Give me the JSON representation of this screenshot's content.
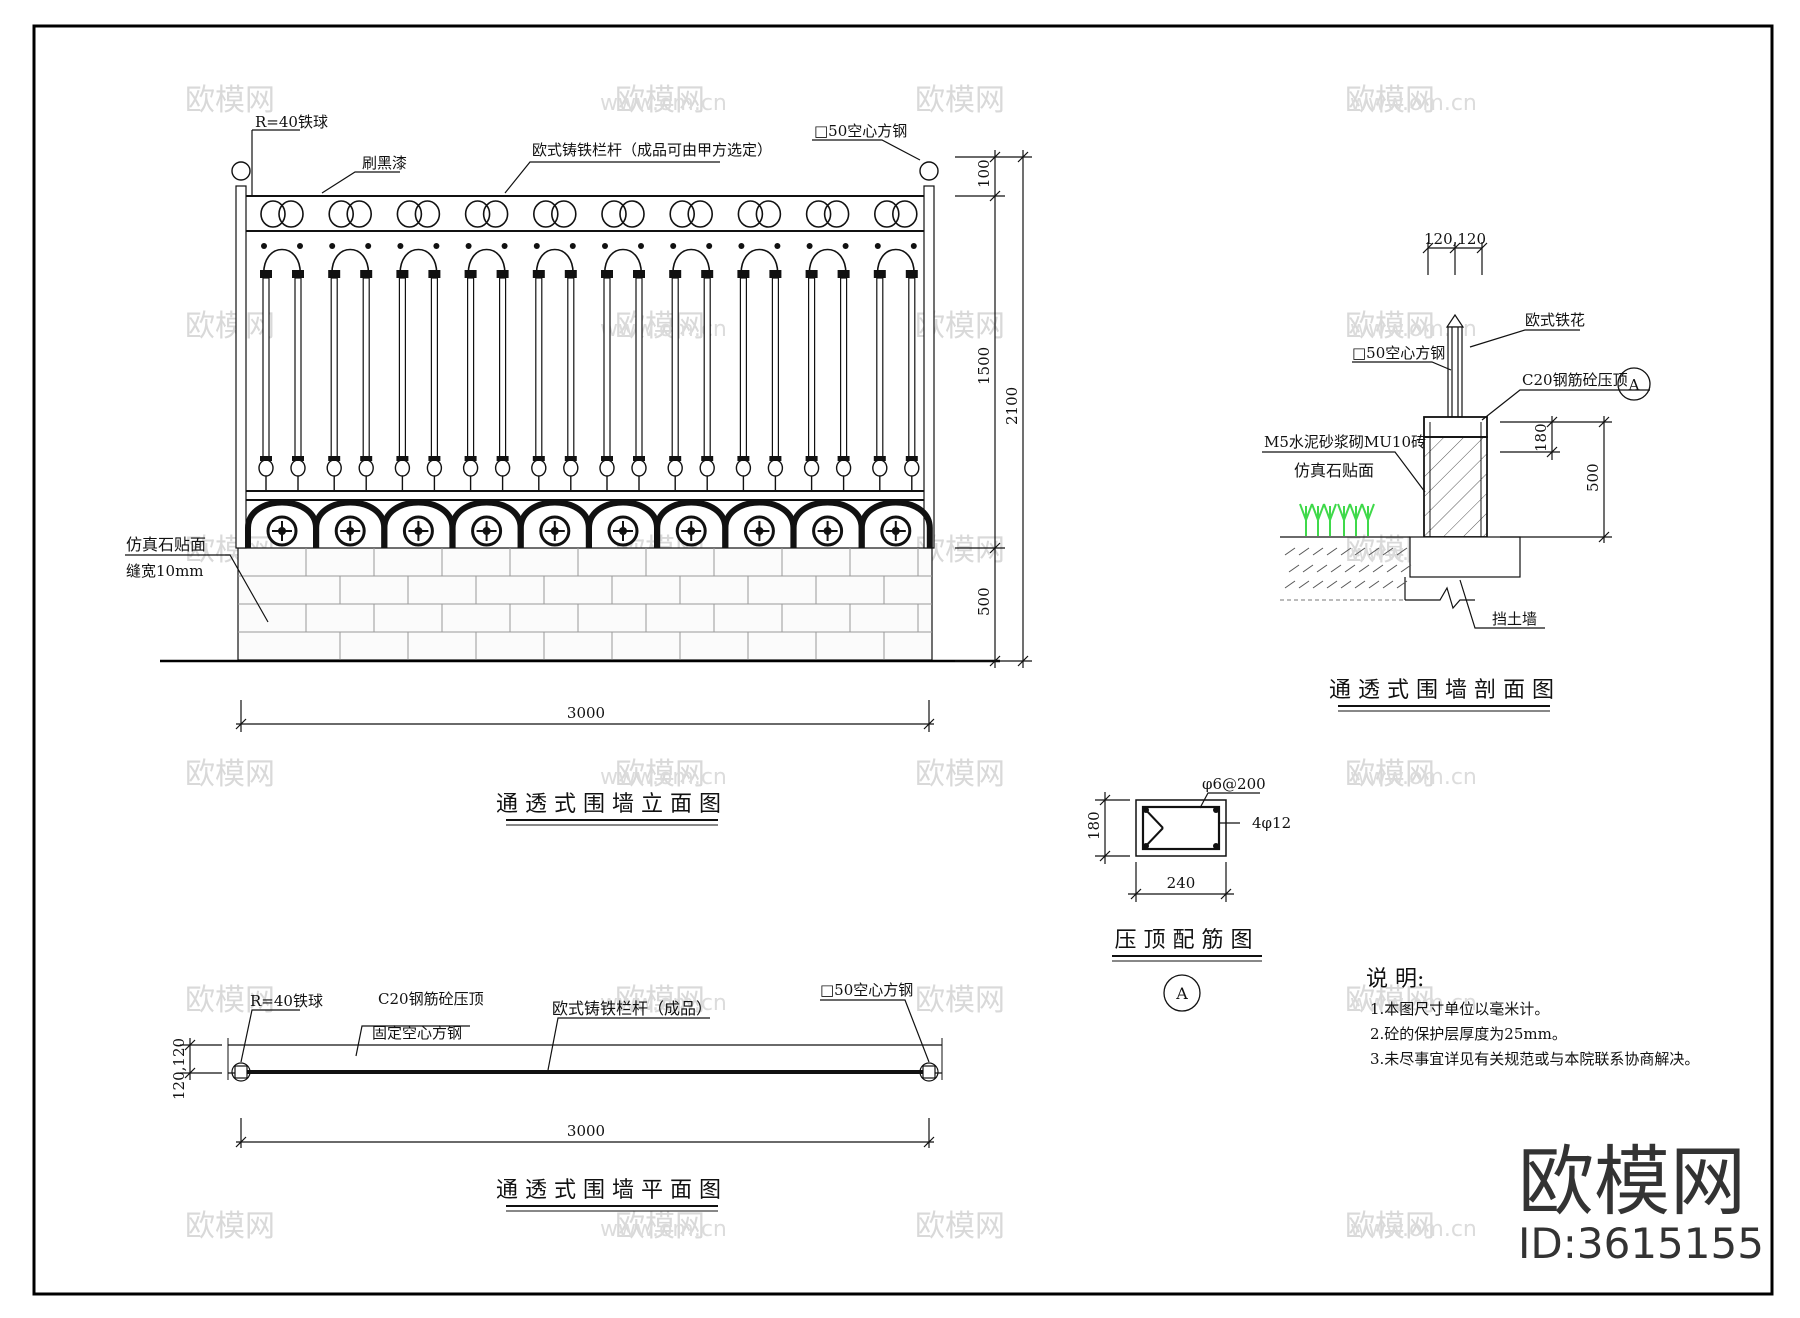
{
  "elevation": {
    "title": "通透式围墙立面图",
    "label_ball": "R=40铁球",
    "label_paint": "刷黑漆",
    "label_railing": "欧式铸铁栏杆（成品可由甲方选定）",
    "label_steel": "□50空心方钢",
    "label_stone": "仿真石贴面",
    "label_joint": "缝宽10mm",
    "dim_width": "3000",
    "dim_top": "100",
    "dim_rail": "1500",
    "dim_total": "2100",
    "dim_base": "500"
  },
  "section": {
    "title": "通透式围墙剖面图",
    "dim_top": "120,120",
    "label_iron": "欧式铁花",
    "label_steel": "□50空心方钢",
    "label_coping": "C20钢筋砼压顶",
    "label_brick": "M5水泥砂浆砌MU10砖",
    "label_stone": "仿真石贴面",
    "label_wall": "挡土墙",
    "dim_180": "180",
    "dim_500": "500",
    "ref": "A"
  },
  "coping": {
    "title": "压顶配筋图",
    "label_stirrup": "φ6@200",
    "label_bars": "4φ12",
    "dim_h": "180",
    "dim_w": "240",
    "ref": "A"
  },
  "plan": {
    "title": "通透式围墙平面图",
    "label_ball": "R=40铁球",
    "label_coping": "C20钢筋砼压顶",
    "label_fixed": "固定空心方钢",
    "label_railing": "欧式铸铁栏杆（成品）",
    "label_steel": "□50空心方钢",
    "dim_side": "120,120",
    "dim_width": "3000"
  },
  "notes": {
    "heading": "说  明:",
    "items": [
      "1.本图尺寸单位以毫米计。",
      "2.砼的保护层厚度为25mm。",
      "3.未尽事宜详见有关规范或与本院联系协商解决。"
    ]
  },
  "watermark": {
    "brand": "欧模网",
    "url": "www.om.cn",
    "id": "ID:3615155"
  }
}
